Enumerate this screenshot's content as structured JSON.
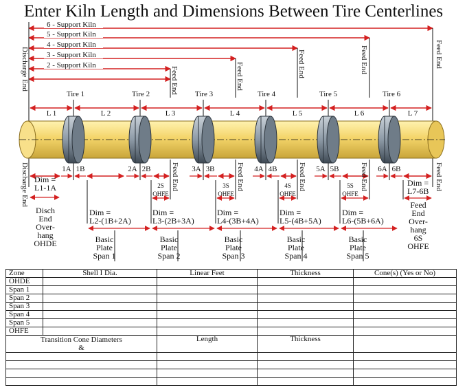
{
  "title": "Enter Kiln Length and Dimensions Between Tire Centerlines",
  "support_labels": [
    "6 - Support Kiln",
    "5 - Support Kiln",
    "4 - Support Kiln",
    "3 - Support Kiln",
    "2 - Support Kiln"
  ],
  "discharge_end": "Discharge End",
  "feed_end": "Feed End",
  "tires": [
    "Tire 1",
    "Tire 2",
    "Tire 3",
    "Tire 4",
    "Tire 5",
    "Tire 6"
  ],
  "segments": [
    "L 1",
    "L 2",
    "L 3",
    "L 4",
    "L 5",
    "L 6",
    "L 7"
  ],
  "dim_labels": [
    "1A",
    "1B",
    "2A",
    "2B",
    "3A",
    "3B",
    "4A",
    "4B",
    "5A",
    "5B",
    "6A",
    "6B"
  ],
  "ohfe": {
    "codes": [
      "2S",
      "3S",
      "4S",
      "5S"
    ],
    "word": "OHFE"
  },
  "dims": {
    "d1": [
      "Dim =",
      "L1-1A"
    ],
    "d2": [
      "Dim =",
      "L2-(1B+2A)"
    ],
    "d3": [
      "Dim =",
      "L3-(2B+3A)"
    ],
    "d4": [
      "Dim =",
      "L4-(3B+4A)"
    ],
    "d5": [
      "Dim =",
      "L5-(4B+5A)"
    ],
    "d6": [
      "Dim =",
      "L6-(5B+6A)"
    ],
    "d7": [
      "Dim =",
      "L7-6B"
    ]
  },
  "overhangs": {
    "disch": [
      "Disch",
      "End",
      "Over-",
      "hang",
      "OHDE"
    ],
    "feed": [
      "Feed",
      "End",
      "Over-",
      "hang",
      "6S",
      "OHFE"
    ]
  },
  "spans": [
    [
      "Basic",
      "Plate",
      "Span 1"
    ],
    [
      "Basic",
      "Plate",
      "Span 2"
    ],
    [
      "Basic",
      "Plate",
      "Span 3"
    ],
    [
      "Basic",
      "Plate",
      "Span 4"
    ],
    [
      "Basic",
      "Plate",
      "Span 5"
    ]
  ],
  "table": {
    "headers": [
      "Zone",
      "Shell I Dia.",
      "Linear Feet",
      "Thickness",
      "Cone(s) (Yes or No)"
    ],
    "zones": [
      "OHDE",
      "Span 1",
      "Span 2",
      "Span 3",
      "Span 4",
      "Span 5",
      "OHFE"
    ],
    "transition_headers": [
      "Transition Cone Diameters",
      "&",
      "Length",
      "Thickness"
    ]
  },
  "colors": {
    "arrow": "#d42020",
    "shell": "#f4d56a",
    "shell_dark": "#c9a53a",
    "tire": "#8d9aa6",
    "tire_dark": "#3f4a55"
  }
}
